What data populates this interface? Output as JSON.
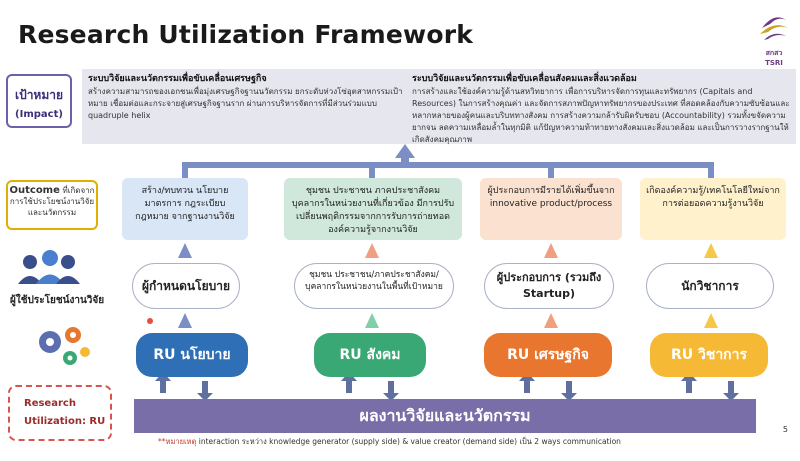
{
  "title": "Research Utilization Framework",
  "logo": {
    "text": "สกสว TSRI"
  },
  "impact": {
    "label_th": "เป้าหมาย",
    "label_en": "(Impact)",
    "left": {
      "heading": "ระบบวิจัยและนวัตกรรมเพื่อขับเคลื่อนเศรษฐกิจ",
      "body": "สร้างความสามารถของเอกชนเพื่อมุ่งเศรษฐกิจฐานนวัตกรรม ยกระดับห่วงโซ่อุตสาหกรรมเป้าหมาย เชื่อมต่อและกระจายสู่เศรษฐกิจฐานราก ผ่านการบริหารจัดการที่มีส่วนร่วมแบบ quadruple helix"
    },
    "right": {
      "heading": "ระบบวิจัยและนวัตกรรมเพื่อขับเคลื่อนสังคมและสิ่งแวดล้อม",
      "body": "การสร้างและใช้องค์ความรู้ด้านสหวิทยาการ เพื่อการบริหารจัดการทุนและทรัพยากร (Capitals and Resources) ในการสร้างคุณค่า และจัดการสภาพปัญหาทรัพยากรของประเทศ ที่สอดคล้องกับความซับซ้อนและหลากหลายของผู้คนและบริบททางสังคม การสร้างความกล้ารับผิดรับชอบ (Accountability) รวมทั้งขจัดความยากจน ลดความเหลื่อมล้ำในทุกมิติ แก้ปัญหาความท้าทายทางสังคมและสิ่งแวดล้อม และเป็นการวางรากฐานให้เกิดสังคมคุณภาพ"
    }
  },
  "outcome": {
    "label_head": "Outcome",
    "label_rest": "ที่เกิดจากการใช้ประโยชน์งานวิจัยและนวัตกรรม",
    "boxes": [
      {
        "text": "สร้าง/ทบทวน นโยบาย มาตรการ กฎระเบียบ กฎหมาย จากฐานงานวิจัย",
        "color": "#d8e6f6"
      },
      {
        "text": "ชุมชน ประชาชน ภาคประชาสังคม บุคลากรในหน่วยงานที่เกี่ยวข้อง มีการปรับเปลี่ยนพฤติกรรมจากการรับการถ่ายทอดองค์ความรู้จากงานวิจัย",
        "color": "#cfe8db"
      },
      {
        "text": "ผู้ประกอบการมีรายได้เพิ่มขึ้นจาก innovative product/process",
        "color": "#fbe2d0"
      },
      {
        "text": "เกิดองค์ความรู้/เทคโนโลยีใหม่จากการต่อยอดความรู้งานวิจัย",
        "color": "#fff1cc"
      }
    ]
  },
  "users": {
    "caption": "ผู้ใช้ประโยชน์งานวิจัย",
    "boxes": [
      {
        "text": "ผู้กำหนดนโยบาย"
      },
      {
        "text": "ชุมชน ประชาชน/ภาคประชาสังคม/บุคลากรในหน่วยงานในพื้นที่เป้าหมาย"
      },
      {
        "text": "ผู้ประกอบการ (รวมถึง Startup)"
      },
      {
        "text": "นักวิชาการ"
      }
    ]
  },
  "ru": [
    {
      "label": "RU นโยบาย",
      "color": "#2f6fb5"
    },
    {
      "label": "RU สังคม",
      "color": "#3aa874"
    },
    {
      "label": "RU เศรษฐกิจ",
      "color": "#e8762e"
    },
    {
      "label": "RU วิชาการ",
      "color": "#f5b935"
    }
  ],
  "bottom": {
    "text": "ผลงานวิจัยและนวัตกรรม"
  },
  "ru_label": {
    "line1": "Research",
    "line2": "Utilization: RU"
  },
  "footnote": {
    "mark": "**หมายเหตุ",
    "text": "interaction ระหว่าง knowledge generator (supply side) & value creator (demand side) เป็น 2 ways communication"
  },
  "page_number": "5",
  "colors": {
    "arrow_up": "#7b8fc5",
    "arrow_down": "#5f6f9f",
    "panel": "#e6e6ee",
    "bar": "#7a6ea8"
  }
}
